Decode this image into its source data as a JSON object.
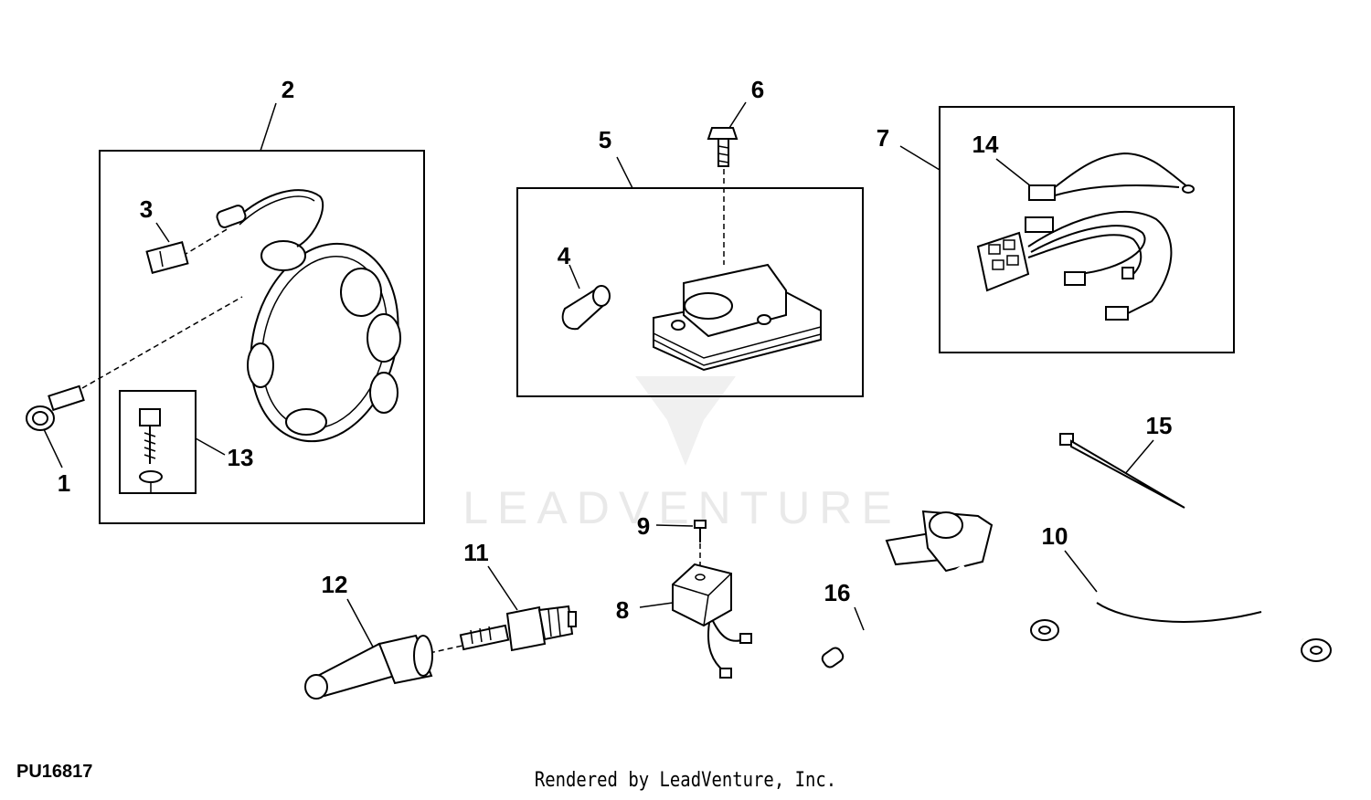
{
  "diagram": {
    "callouts": [
      "1",
      "2",
      "3",
      "4",
      "5",
      "6",
      "7",
      "8",
      "9",
      "10",
      "11",
      "12",
      "13",
      "14",
      "15",
      "16"
    ],
    "watermark": "LEADVENTURE",
    "figure_id": "PU16817",
    "credit": "Rendered by LeadVenture, Inc."
  }
}
